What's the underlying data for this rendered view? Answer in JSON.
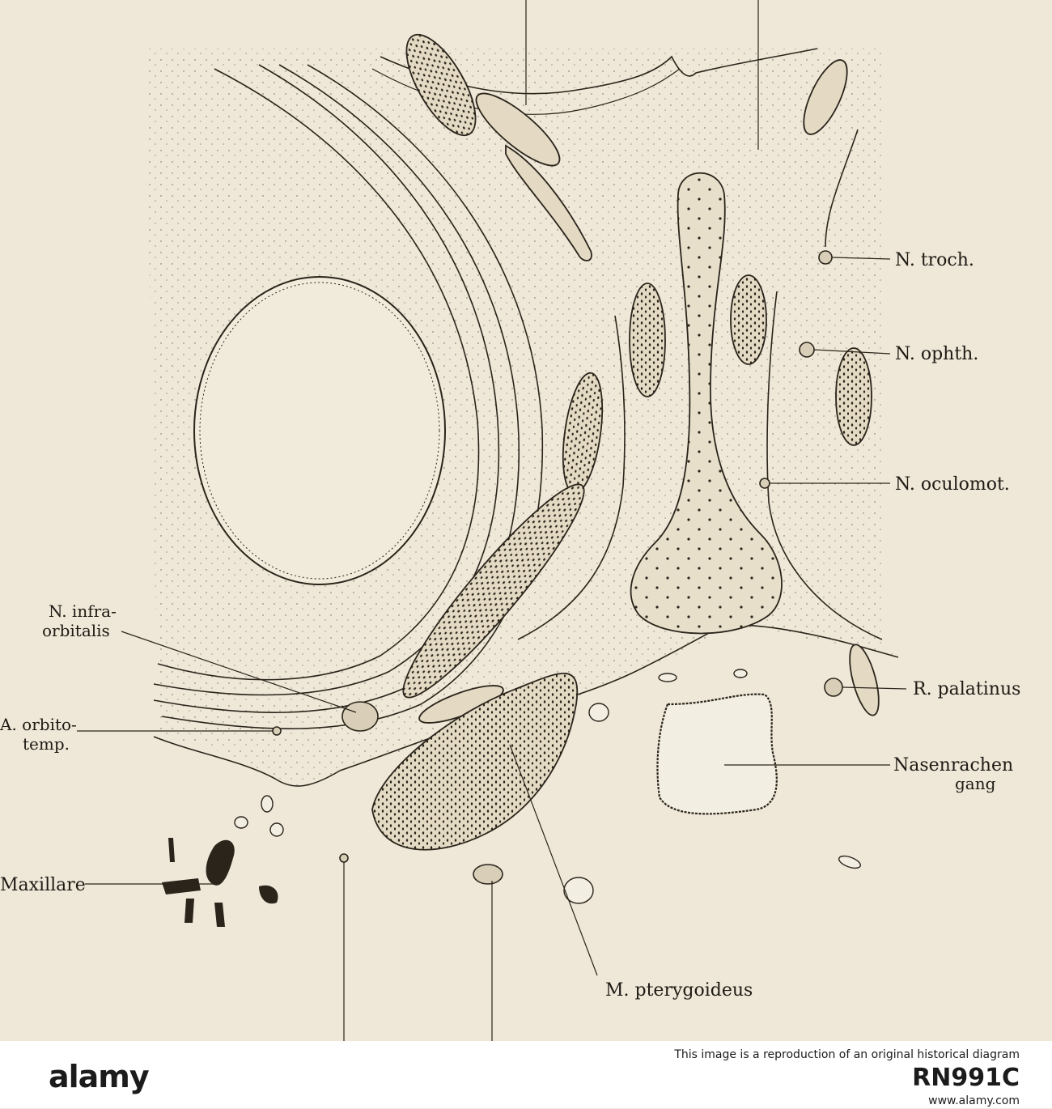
{
  "labels": {
    "n_troch": "N. troch.",
    "n_ophth": "N. ophth.",
    "n_oculomot": "N. oculomot.",
    "n_infra_line1": "N. infra-",
    "n_infra_line2": "orbitalis",
    "r_palatinus": "R. palatinus",
    "a_orbito_line1": "A. orbito-",
    "a_orbito_line2": "temp.",
    "nasenrachen_line1": "Nasenrachen",
    "nasenrachen_line2": "gang",
    "maxillare": "Maxillare",
    "m_pterygoideus": "M. pterygoideus"
  },
  "footer": {
    "brand": "alamy",
    "caption": "This image is a reproduction of an original historical diagram",
    "image_id": "RN991C",
    "url": "www.alamy.com"
  }
}
